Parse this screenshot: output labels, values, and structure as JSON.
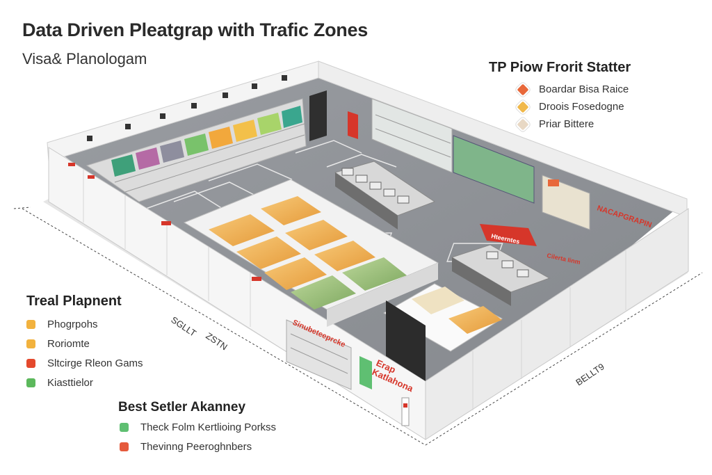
{
  "header": {
    "title": "Data Driven Pleatgrap with Trafic Zones",
    "subtitle": "Visa& Planologam"
  },
  "legend_top_right": {
    "heading": "TP Piow Frorit Statter",
    "items": [
      {
        "label": "Boardar Bisa Raice",
        "color": "#e8683a"
      },
      {
        "label": "Droois Fosedogne",
        "color": "#f0b84a"
      },
      {
        "label": "Priar Bittere",
        "color": "#e8d8c4"
      }
    ]
  },
  "legend_left": {
    "heading": "Treal Plapnent",
    "items": [
      {
        "label": "Phogrpohs",
        "color": "#f2b23e"
      },
      {
        "label": "Roriomte",
        "color": "#f2b23e"
      },
      {
        "label": "Sltcirge Rleon Gams",
        "color": "#e4492d"
      },
      {
        "label": "Kiasttielor",
        "color": "#5cb85c"
      }
    ]
  },
  "legend_bottom": {
    "heading": "Best Setler Akanney",
    "items": [
      {
        "label": "Theck Folm Kertlioing Porkss",
        "color": "#5fbf72"
      },
      {
        "label": "Thevinng Peeroghnbers",
        "color": "#e55a3c"
      }
    ]
  },
  "store_labels": {
    "right_wall": "NACAPGRAPIN",
    "floor_zone_a": "Hteerntes",
    "floor_zone_b": "Cilerta Iinm",
    "inner_wall": "Sinubeteeprcke",
    "entrance_sign": "Erap\nKatlahona",
    "dim_left_a": "SGLLT",
    "dim_left_b": "ZSTN",
    "dim_right": "BELLT9"
  },
  "colors": {
    "accent_red": "#d6362a",
    "floor": "#8e9196",
    "wall": "#f4f4f4",
    "green": "#5fbf72"
  }
}
